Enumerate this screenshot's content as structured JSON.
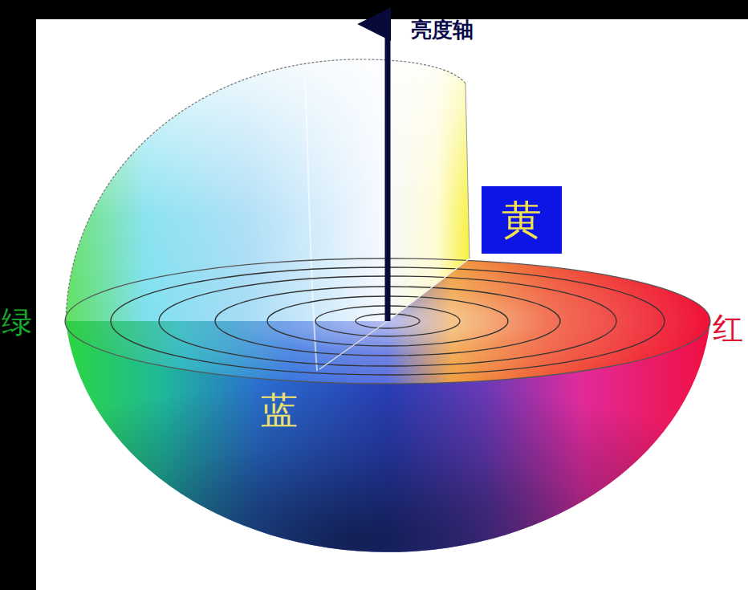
{
  "diagram": {
    "nodes": [
      {
        "text": [
          "黄"
        ]
      }
    ],
    "labels": [
      "亮度轴",
      "绿",
      "蓝",
      "红"
    ]
  }
}
